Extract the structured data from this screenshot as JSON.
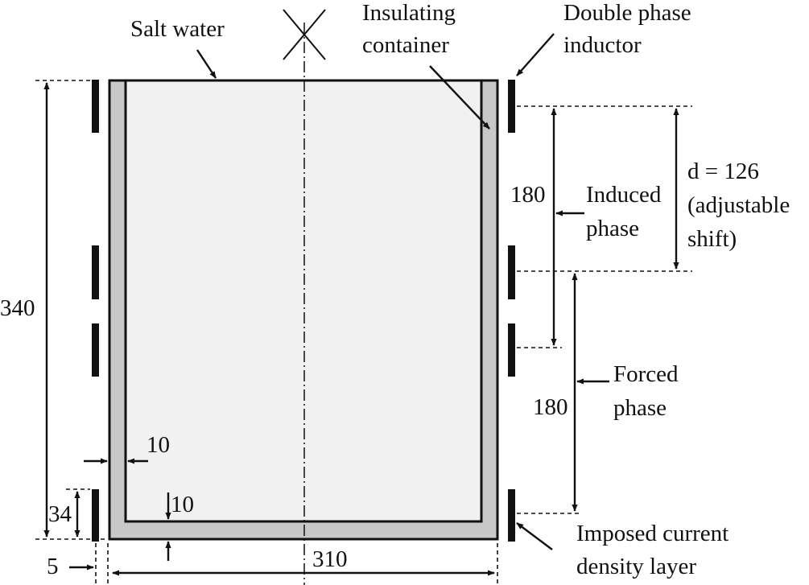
{
  "labels": {
    "salt_water": "Salt water",
    "insulating_container": [
      "Insulating",
      "container"
    ],
    "double_phase_inductor": [
      "Double phase",
      "inductor"
    ],
    "dim_height": "340",
    "dim_induced": "180",
    "dim_forced": "180",
    "induced_phase": [
      "Induced",
      "phase"
    ],
    "forced_phase": [
      "Forced",
      "phase"
    ],
    "shift": [
      "d = 126",
      "(adjustable",
      "shift)"
    ],
    "wall_thickness": "10",
    "bottom_thickness": "10",
    "dim_34": "34",
    "dim_5": "5",
    "dim_width": "310",
    "current_layer": [
      "Imposed current",
      "density layer"
    ]
  },
  "colors": {
    "container_wall": "#c8c8c8",
    "salt_water_fill": "#f1f1f1",
    "ink": "#111111"
  }
}
